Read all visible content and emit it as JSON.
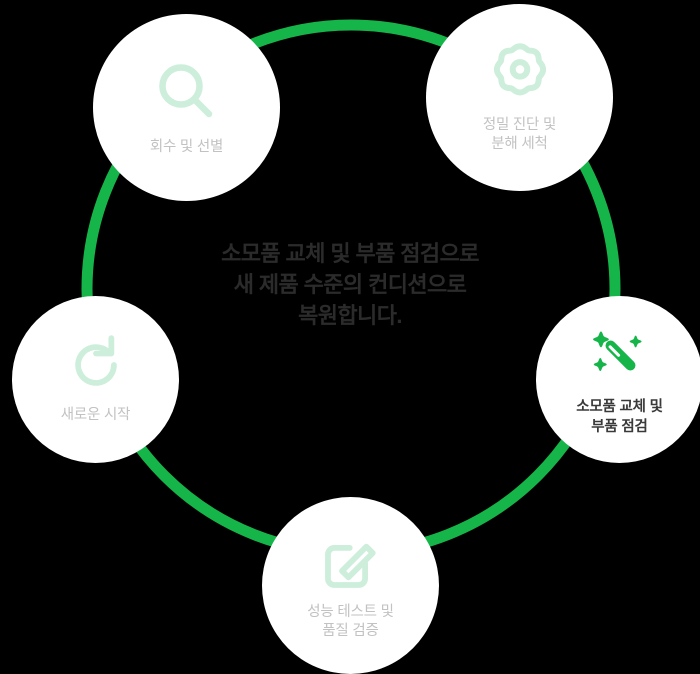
{
  "diagram": {
    "type": "circular-process",
    "colors": {
      "ring_green": "#16b54a",
      "icon_light_green": "#cceeda",
      "icon_active_green": "#16b54a",
      "label_inactive": "#c2c2c2",
      "label_active": "#3a3a3a",
      "center_text": "#2b2b2b",
      "node_fill": "#ffffff",
      "background": "#000000"
    },
    "center_text": "소모품 교체 및 부품 점검으로\n새 제품 수준의 컨디션으로\n복원합니다.",
    "nodes": [
      {
        "id": "recovery",
        "label": "회수 및 선별",
        "icon": "search-icon",
        "active": false
      },
      {
        "id": "diagnosis",
        "label": "정밀 진단 및\n분해 세척",
        "icon": "gear-icon",
        "active": false
      },
      {
        "id": "parts",
        "label": "소모품 교체 및\n부품 점검",
        "icon": "magic-wand-icon",
        "active": true
      },
      {
        "id": "testing",
        "label": "성능 테스트 및\n품질 검증",
        "icon": "edit-square-icon",
        "active": false
      },
      {
        "id": "restart",
        "label": "새로운 시작",
        "icon": "refresh-icon",
        "active": false
      }
    ]
  }
}
